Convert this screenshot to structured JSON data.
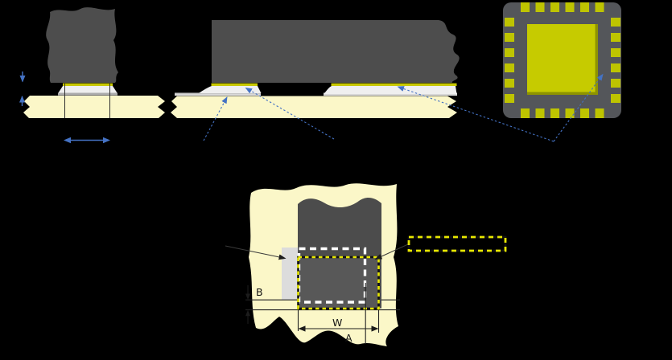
{
  "figure": {
    "description": "QFN soldering cross-sections, package bottom view and land-pattern detail",
    "labels": {
      "b": "B",
      "w": "W",
      "a": "A"
    }
  },
  "colors": {
    "background": "#000000",
    "pcb_cream": "#FBF7C8",
    "copper_yellow": "#C8C800",
    "qfn_pad_yellow": "#BEC400",
    "qfn_center_pad": "#C6CB00",
    "qfn_body_gray": "#54565A",
    "component_gray": "#4D4D4D",
    "trace_band_gray": "#4C4C4C",
    "solder_white": "#EFEFEF",
    "pad_line_gray": "#ACACAC",
    "mask_gray_rect": "#DCDCDC",
    "dash_white": "#FFFFFF",
    "dash_yellow": "#E8E800",
    "leader_blue": "#4472C4",
    "line_dark": "#222222"
  }
}
